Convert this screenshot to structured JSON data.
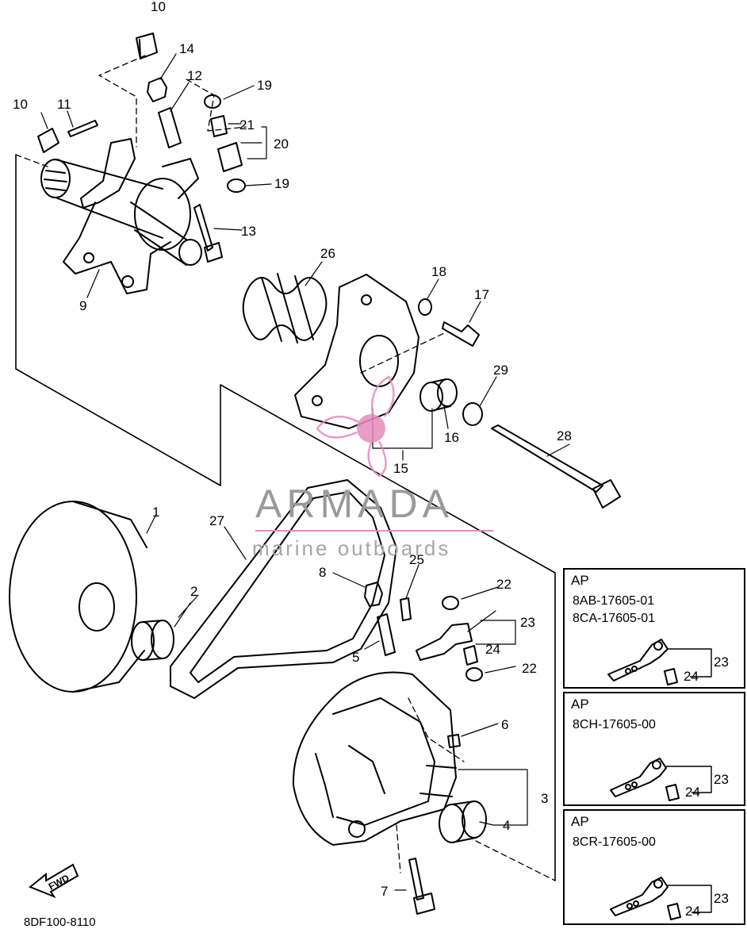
{
  "watermark": {
    "brand": "ARMADA",
    "tagline": "marine outboards",
    "accent_color": "#e58bbd"
  },
  "diagram_code": "8DF100-8110",
  "fwd_arrow": "FWD",
  "callouts": {
    "n10a": "10",
    "n14": "14",
    "n12": "12",
    "n19a": "19",
    "n10b": "10",
    "n11": "11",
    "n21": "21",
    "n20": "20",
    "n19b": "19",
    "n13": "13",
    "n9": "9",
    "n26": "26",
    "n18": "18",
    "n17": "17",
    "n29": "29",
    "n16": "16",
    "n15": "15",
    "n28": "28",
    "n1": "1",
    "n27": "27",
    "n2": "2",
    "n8": "8",
    "n25": "25",
    "n22a": "22",
    "n23": "23",
    "n24": "24",
    "n5": "5",
    "n22b": "22",
    "n6": "6",
    "n3": "3",
    "n4": "4",
    "n7": "7"
  },
  "ap_boxes": [
    {
      "tag": "AP",
      "codes": [
        "8AB-17605-01",
        "8CA-17605-01"
      ],
      "part_a": "23",
      "part_b": "24"
    },
    {
      "tag": "AP",
      "codes": [
        "8CH-17605-00"
      ],
      "part_a": "23",
      "part_b": "24"
    },
    {
      "tag": "AP",
      "codes": [
        "8CR-17605-00"
      ],
      "part_a": "23",
      "part_b": "24"
    }
  ]
}
